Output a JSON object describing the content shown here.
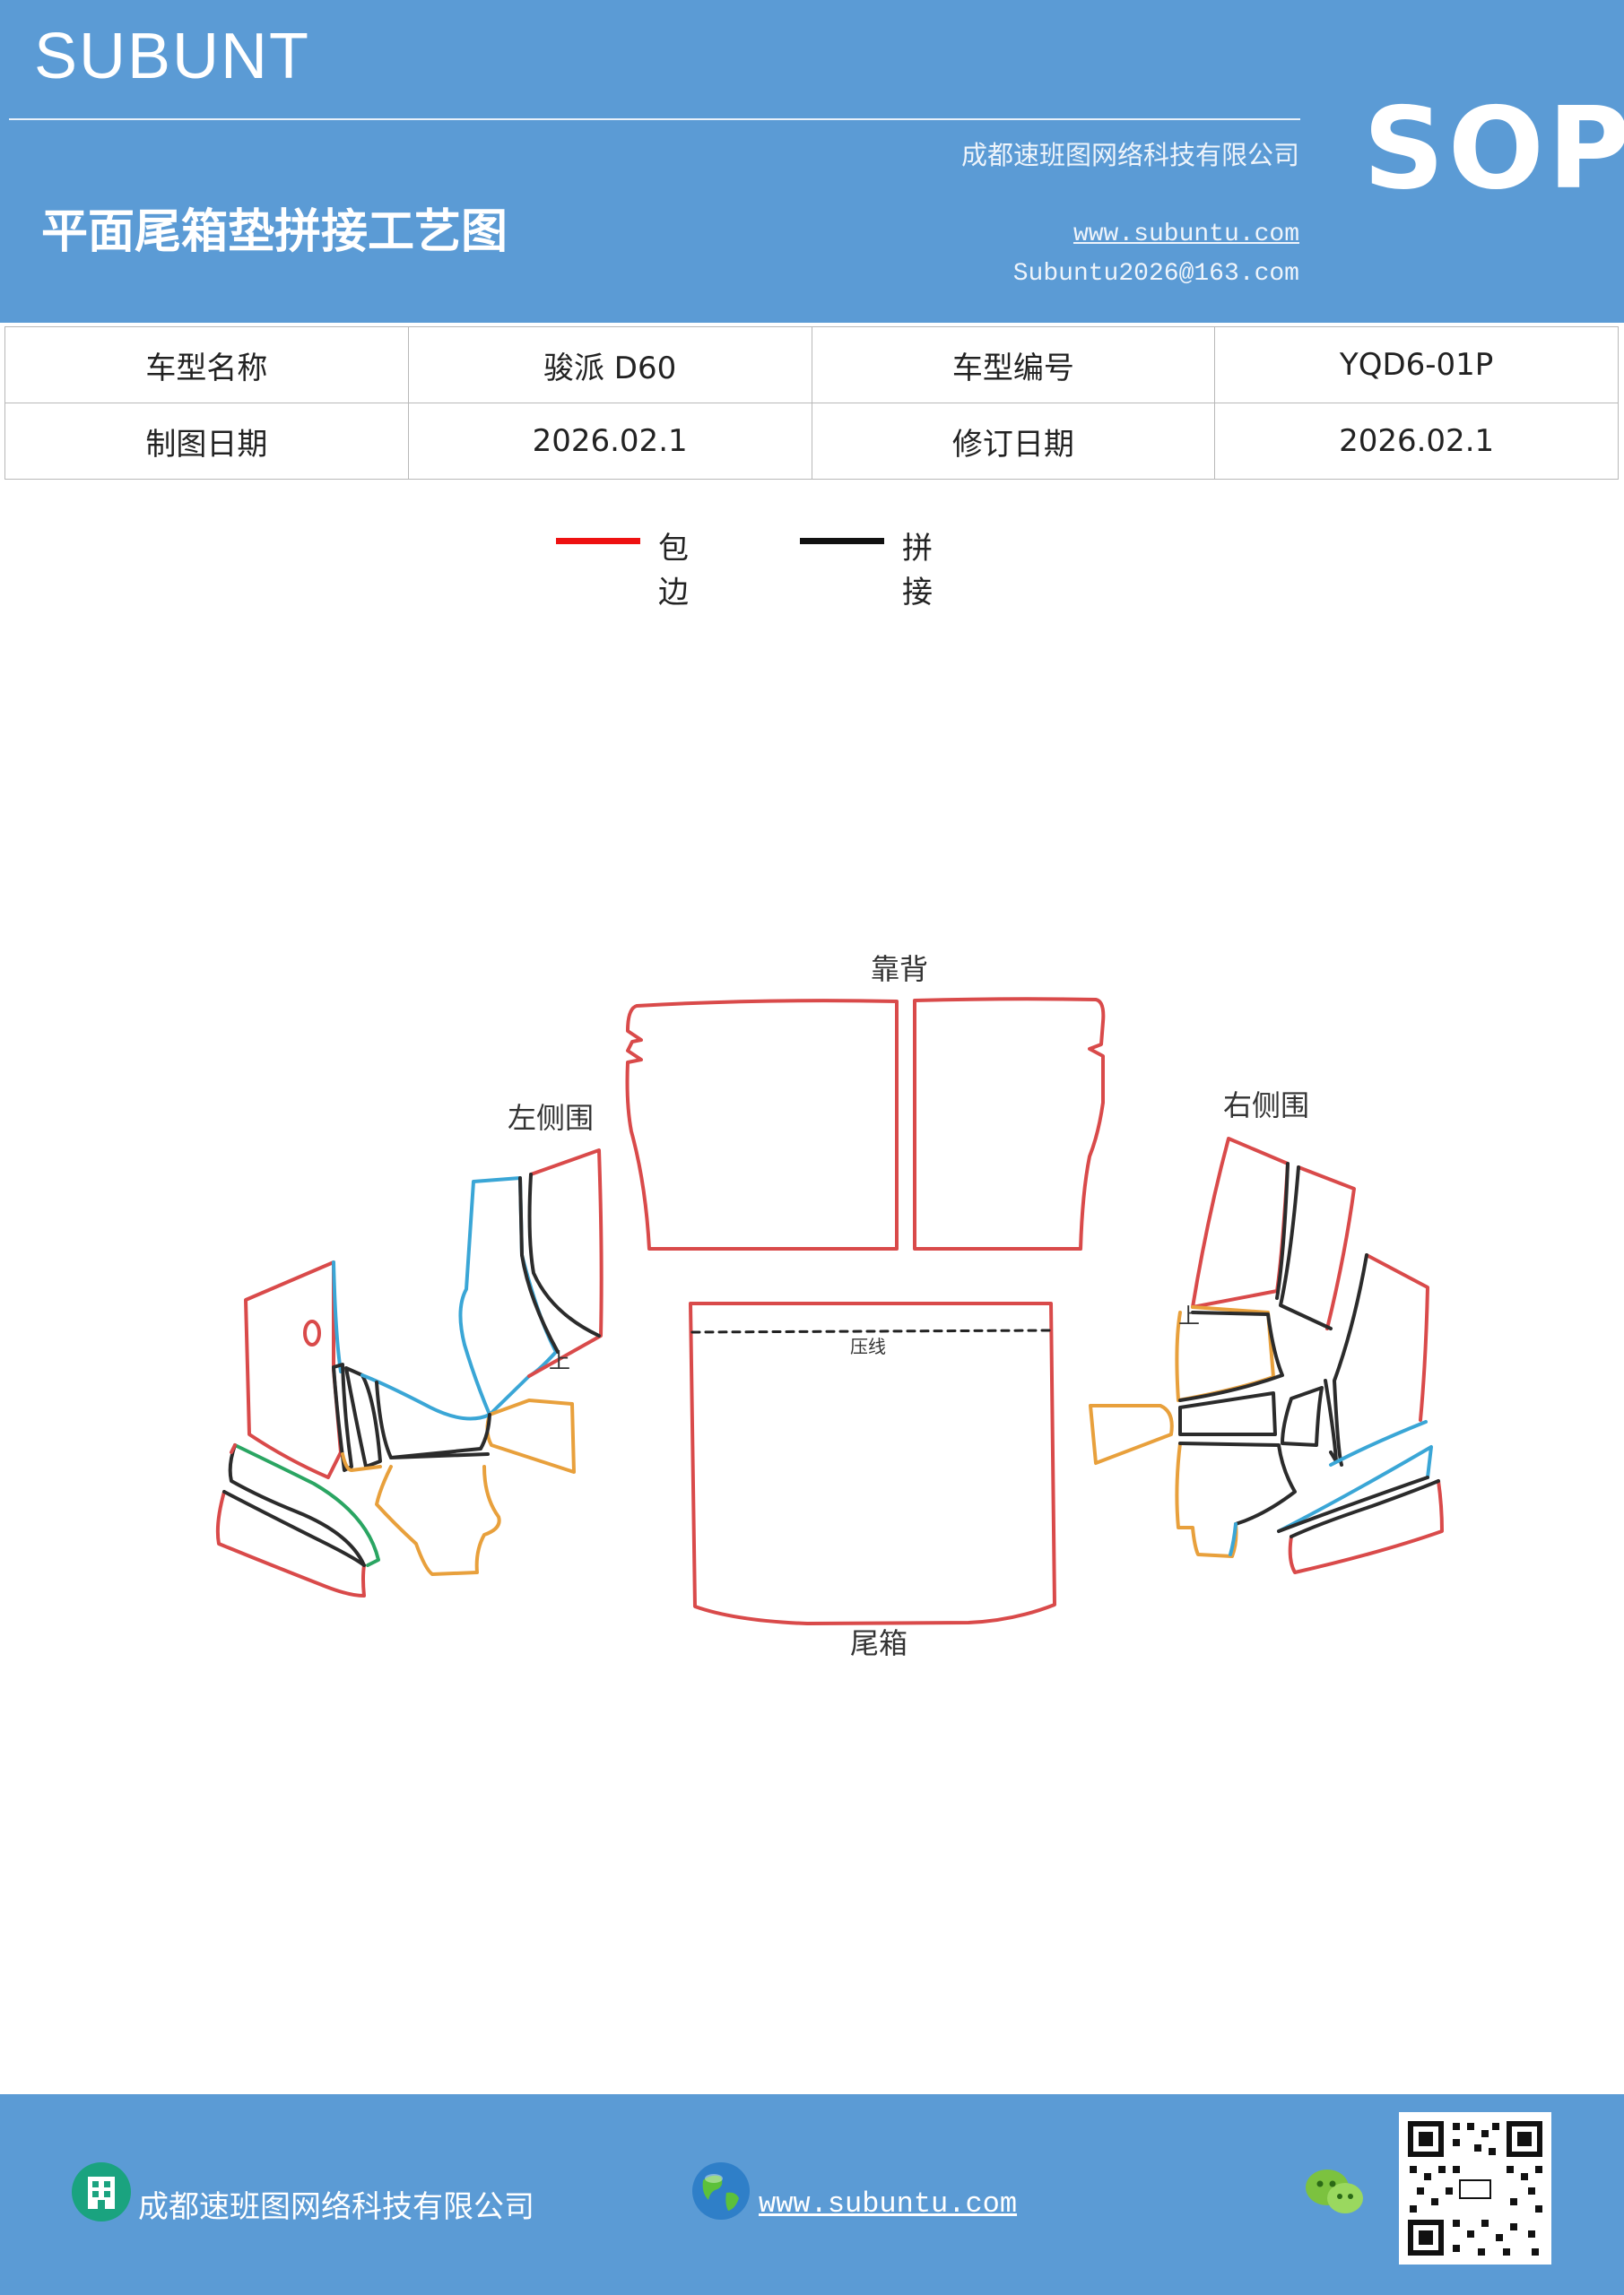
{
  "header": {
    "brand": "SUBUNT",
    "company": "成都速班图网络科技有限公司",
    "title": "平面尾箱垫拼接工艺图",
    "website": "www.subuntu.com",
    "email": "Subuntu2026@163.com",
    "badge": "SOP"
  },
  "info_table": {
    "rows": [
      [
        "车型名称",
        "骏派 D60",
        "车型编号",
        "YQD6-01P"
      ],
      [
        "制图日期",
        "2026.02.1",
        "修订日期",
        "2026.02.1"
      ]
    ]
  },
  "legend": {
    "items": [
      {
        "label": "包边",
        "color": "#ee1111"
      },
      {
        "label": "拼接",
        "color": "#111111"
      }
    ]
  },
  "diagram": {
    "labels": {
      "backrest": "靠背",
      "left_side": "左侧围",
      "right_side": "右侧围",
      "trunk": "尾箱",
      "crease": "压线",
      "up_left": "上",
      "up_right": "上"
    },
    "colors": {
      "edge": "#d94a4a",
      "seam": "#2b2b2b",
      "blue": "#3aa6d6",
      "orange": "#e8a03c",
      "green": "#2aa562"
    }
  },
  "footer": {
    "company": "成都速班图网络科技有限公司",
    "website": "www.subuntu.com",
    "icons": [
      "building-icon",
      "globe-icon",
      "wechat-icon",
      "qr-code"
    ]
  }
}
